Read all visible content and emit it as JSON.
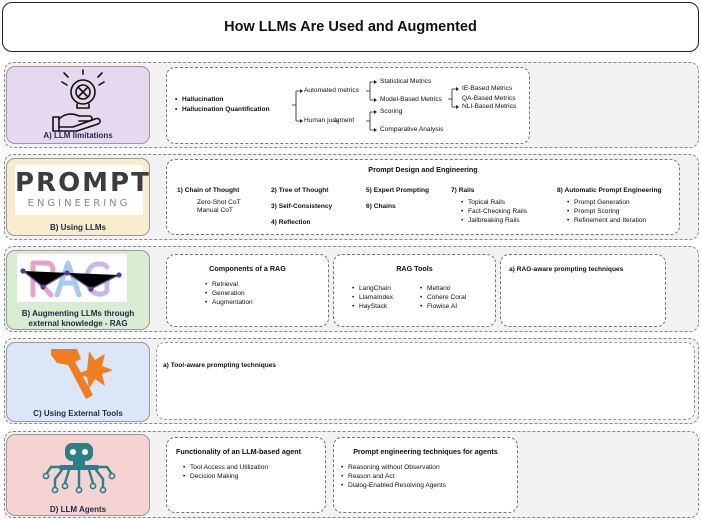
{
  "title": "How LLMs Are Used and Augmented",
  "colors": {
    "limitations": "#e6d8ef",
    "engineering": "#f7eccd",
    "rag": "#d7ecd2",
    "tools": "#dbe7f8",
    "agents": "#f6d3d3"
  },
  "limitations": {
    "label": "A) LLM limitations",
    "items": [
      "Hallucination",
      "Hallucination Quantification"
    ],
    "automated": "Automated metrics",
    "statistical": "Statistical Metrics",
    "model_based": "Model-Based Metrics",
    "ie": "IE-Based Metrics",
    "qa": "QA-Based Metrics",
    "nli": "NLI-Based Metrics",
    "human": "Human judgment",
    "scoring": "Scoring",
    "comparative": "Comparative Analysis"
  },
  "engineering": {
    "logo_top": "PROMPT",
    "logo_bottom": "ENGINEERING",
    "label": "B) Using LLMs",
    "header": "Prompt Design and Engineering",
    "cot": "1) Chain of Thought",
    "cot_sub": [
      "Zero-Shot CoT",
      "Manual CoT"
    ],
    "tot": "2) Tree of Thought",
    "sc": "3) Self-Consistency",
    "refl": "4) Reflection",
    "expert": "5) Expert Prompting",
    "chains": "6) Chains",
    "rails": "7) Rails",
    "rails_sub": [
      "Topical Rails",
      "Fact-Checking Rails",
      "Jailbreaking Rails"
    ],
    "auto": "8) Automatic Prompt Engineering",
    "auto_sub": [
      "Prompt Generation",
      "Prompt Scoring",
      "Refinement and Iteration"
    ]
  },
  "rag": {
    "label": "B) Augmenting LLMs through external knowledge - RAG",
    "label_line1": "B) Augmenting LLMs through",
    "label_line2": "external knowledge - RAG",
    "components_title": "Components of a RAG",
    "components": [
      "Retrieval",
      "Generation",
      "Augmentation"
    ],
    "tools_title": "RAG Tools",
    "tools_col1": [
      "LangChain",
      "LlamaIndex",
      "HayStack"
    ],
    "tools_col2": [
      "Meltano",
      "Cohere Coral",
      "Flowise AI"
    ],
    "prompting": "a) RAG-aware prompting techniques"
  },
  "tools": {
    "label": "C) Using External Tools",
    "prompting": "a) Tool-aware prompting techniques"
  },
  "agents": {
    "label": "D) LLM Agents",
    "func_title": "Functionality of an LLM-based agent",
    "func_items": [
      "Tool Access and Utilization",
      "Decision Making"
    ],
    "tech_title": "Prompt engineering techniques for agents",
    "tech_items": [
      "Reasoning without Observation",
      "Reason and Act",
      "Dialog-Enabled Resolving Agents"
    ]
  }
}
